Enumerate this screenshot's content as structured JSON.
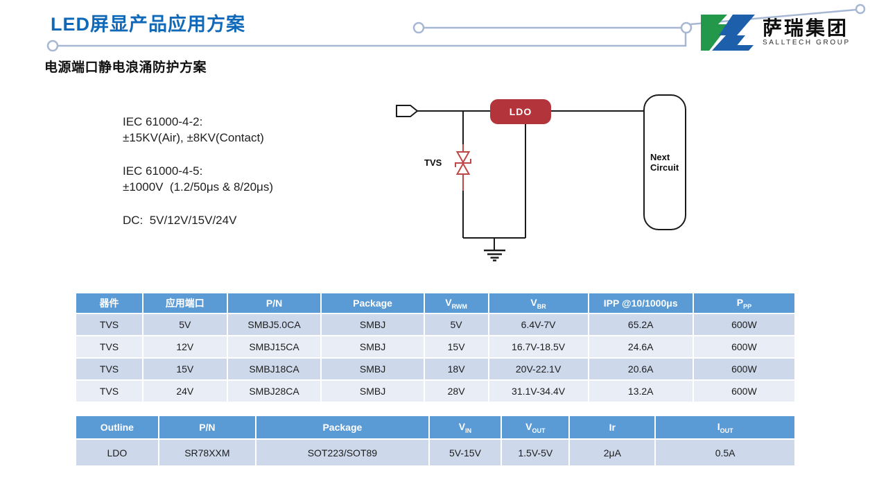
{
  "page": {
    "title": "LED屏显产品应用方案",
    "subtitle": "电源端口静电浪涌防护方案"
  },
  "logo": {
    "name_cn": "萨瑞集团",
    "name_en": "SALLTECH GROUP"
  },
  "specs": {
    "esd_title": "IEC 61000-4-2:",
    "esd_value": "±15KV(Air), ±8KV(Contact)",
    "surge_title": "IEC 61000-4-5:",
    "surge_value": "±1000V  (1.2/50μs & 8/20μs)",
    "dc_line": "DC:  5V/12V/15V/24V"
  },
  "circuit": {
    "tvs_label": "TVS",
    "ldo_label": "LDO",
    "next_circuit_label": "Next\nCircuit"
  },
  "tables": {
    "tvs": {
      "columns": [
        {
          "label": "器件",
          "sub": ""
        },
        {
          "label": "应用端口",
          "sub": ""
        },
        {
          "label": "P/N",
          "sub": ""
        },
        {
          "label": "Package",
          "sub": ""
        },
        {
          "label": "V",
          "sub": "RWM"
        },
        {
          "label": "V",
          "sub": "BR"
        },
        {
          "label": "IPP @10/1000μs",
          "sub": ""
        },
        {
          "label": "P",
          "sub": "PP"
        }
      ],
      "rows": [
        [
          "TVS",
          "5V",
          "SMBJ5.0CA",
          "SMBJ",
          "5V",
          "6.4V-7V",
          "65.2A",
          "600W"
        ],
        [
          "TVS",
          "12V",
          "SMBJ15CA",
          "SMBJ",
          "15V",
          "16.7V-18.5V",
          "24.6A",
          "600W"
        ],
        [
          "TVS",
          "15V",
          "SMBJ18CA",
          "SMBJ",
          "18V",
          "20V-22.1V",
          "20.6A",
          "600W"
        ],
        [
          "TVS",
          "24V",
          "SMBJ28CA",
          "SMBJ",
          "28V",
          "31.1V-34.4V",
          "13.2A",
          "600W"
        ]
      ]
    },
    "ldo": {
      "columns": [
        {
          "label": "Outline",
          "sub": ""
        },
        {
          "label": "P/N",
          "sub": ""
        },
        {
          "label": "Package",
          "sub": ""
        },
        {
          "label": "V",
          "sub": "IN"
        },
        {
          "label": "V",
          "sub": "OUT"
        },
        {
          "label": "Ir",
          "sub": ""
        },
        {
          "label": "I",
          "sub": "OUT"
        }
      ],
      "rows": [
        [
          "LDO",
          "SR78XXM",
          "SOT223/SOT89",
          "5V-15V",
          "1.5V-5V",
          "2μA",
          "0.5A"
        ]
      ]
    }
  },
  "colors": {
    "header_blue": "#5B9BD5",
    "band_a": "#CDD9EB",
    "band_b": "#E9EDF6",
    "title_blue": "#0F68B8",
    "accent_red": "#B3343A",
    "tvs_red": "#BC4744",
    "decor": "#A6B7D4",
    "logo_green": "#23984B",
    "logo_blue": "#1E5FAC"
  }
}
